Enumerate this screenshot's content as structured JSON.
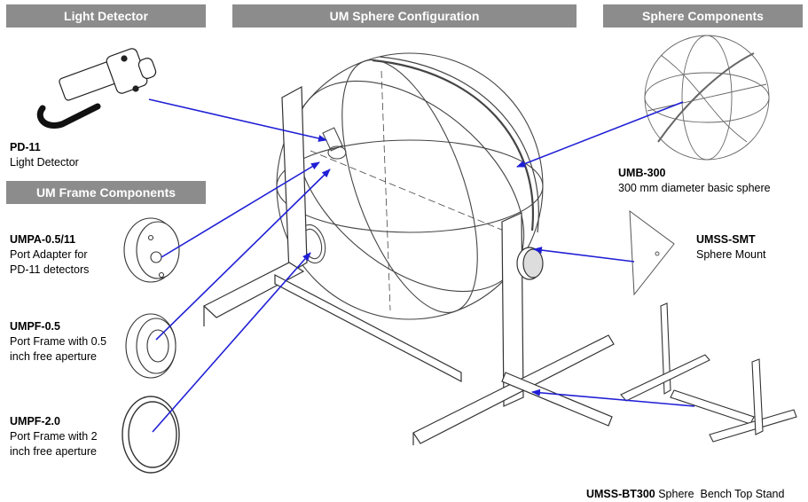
{
  "headers": {
    "light_detector": "Light Detector",
    "um_sphere_configuration": "UM Sphere Configuration",
    "sphere_components": "Sphere Components",
    "um_frame_components": "UM Frame Components"
  },
  "items": {
    "pd11": {
      "code": "PD-11",
      "desc": "Light Detector"
    },
    "umb300": {
      "code": "UMB-300",
      "desc": "300 mm diameter basic sphere"
    },
    "umpa": {
      "code": "UMPA-0.5/11",
      "desc1": "Port Adapter for",
      "desc2": "PD-11 detectors"
    },
    "umss_smt": {
      "code": "UMSS-SMT",
      "desc": "Sphere  Mount"
    },
    "umpf05": {
      "code": "UMPF-0.5",
      "desc1": "Port Frame with 0.5",
      "desc2": "inch free aperture"
    },
    "umpf20": {
      "code": "UMPF-2.0",
      "desc1": "Port Frame with 2",
      "desc2": "inch free aperture"
    },
    "umss_bt300": {
      "code": "UMSS-BT300",
      "desc": " Sphere  Bench Top Stand"
    }
  },
  "colors": {
    "header_bg": "#8c8c8c",
    "arrow": "#1f1fd6",
    "line_art": "#444444"
  }
}
